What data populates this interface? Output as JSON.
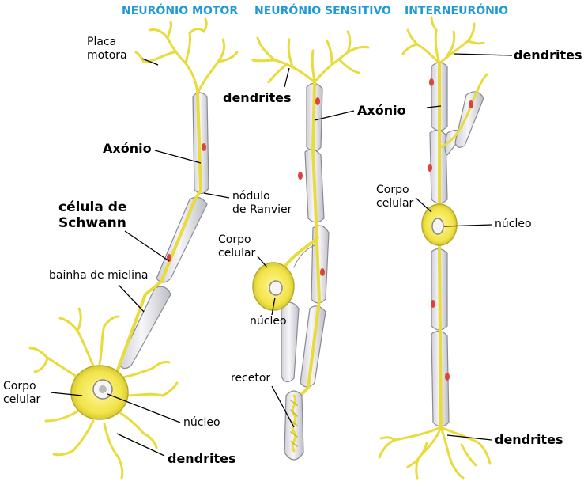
{
  "titles": {
    "motor": "NEURÓNIO MOTOR",
    "sensory": "NEURÓNIO SENSITIVO",
    "inter": "INTERNEURÓNIO"
  },
  "motor": {
    "placa": "Placa",
    "motora": "motora",
    "axonio": "Axónio",
    "nodulo": "nódulo",
    "ranvier": "de Ranvier",
    "celula": "célula de",
    "schwann": "Schwann",
    "bainha": "bainha de mielina",
    "corpo": "Corpo",
    "celular": "celular",
    "nucleo": "núcleo",
    "dendrites": "dendrites"
  },
  "sensory": {
    "dendrites": "dendrites",
    "axonio": "Axónio",
    "corpo": "Corpo",
    "celular": "celular",
    "nucleo": "núcleo",
    "recetor": "recetor"
  },
  "inter": {
    "dendrites_top": "dendrites",
    "corpo": "Corpo",
    "celular": "celular",
    "nucleo": "núcleo",
    "dendrites_bottom": "dendrites"
  },
  "colors": {
    "title": "#1f9ad6",
    "axon": "#f2e64a",
    "axon_edge": "#c9b92a",
    "myelin": "#e9e9ee",
    "myelin_edge": "#8a8a94",
    "cell_body": "#f5ea55",
    "schwann_nucleus": "#d9453a"
  }
}
